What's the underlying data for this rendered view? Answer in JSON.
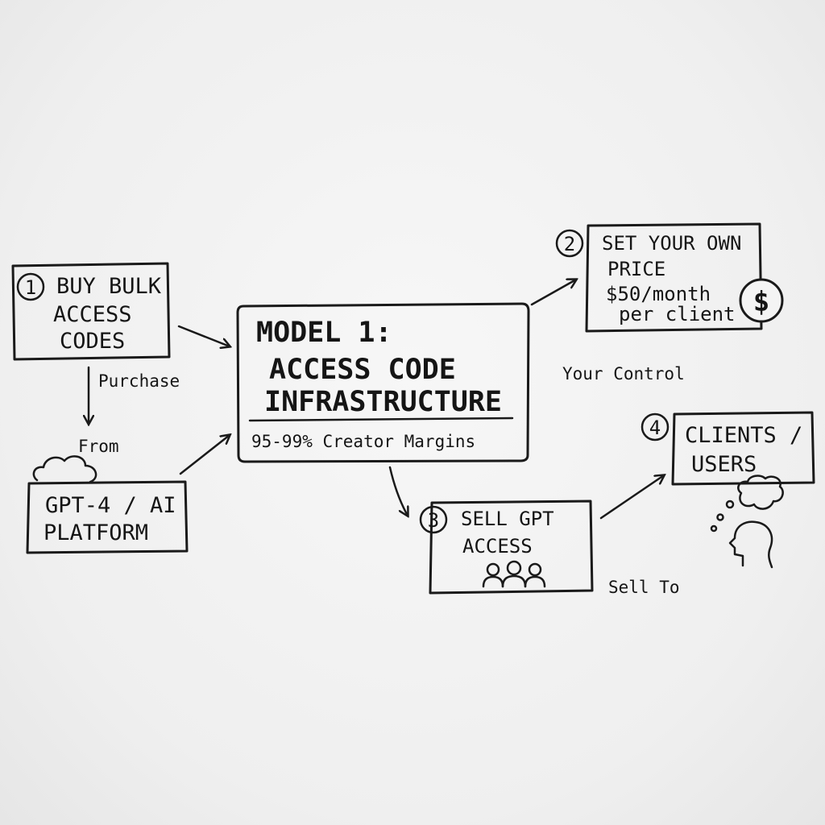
{
  "step1": {
    "number": "1",
    "lines": [
      "BUY BULK",
      "ACCESS",
      "CODES"
    ]
  },
  "purchase_label": "Purchase",
  "from_label": "From",
  "platform": {
    "lines": [
      "GPT-4 / AI",
      "PLATFORM"
    ]
  },
  "center": {
    "lines": [
      "MODEL 1:",
      "ACCESS CODE",
      "INFRASTRUCTURE"
    ],
    "subtitle": "95-99% Creator Margins"
  },
  "step2": {
    "number": "2",
    "lines": [
      "SET YOUR OWN",
      "PRICE",
      "$50/month",
      "per client"
    ],
    "icon_symbol": "$"
  },
  "your_control_label": "Your Control",
  "step3": {
    "number": "3",
    "lines": [
      "SELL GPT",
      "ACCESS"
    ]
  },
  "sell_to_label": "Sell To",
  "step4": {
    "number": "4",
    "lines": [
      "CLIENTS /",
      "USERS"
    ]
  }
}
